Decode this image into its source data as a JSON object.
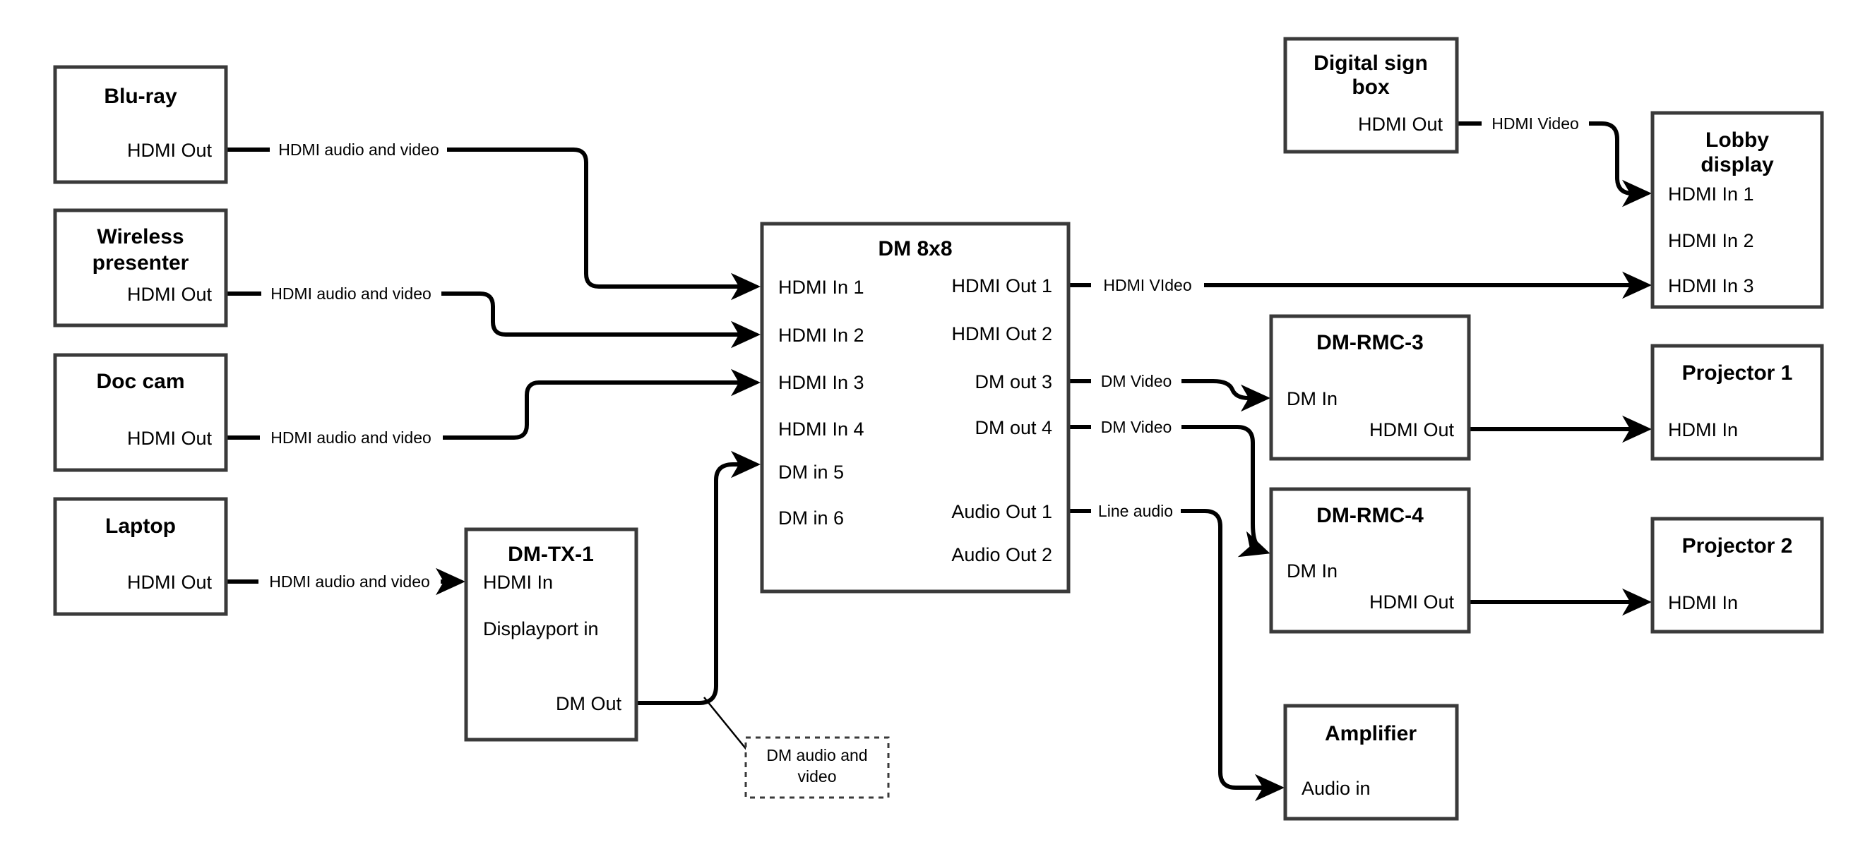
{
  "diagram": {
    "title": "AV signal flow diagram",
    "line_color": "#000000",
    "box_border_color": "#3a3a3a",
    "background": "#ffffff"
  },
  "nodes": {
    "bluray": {
      "title": "Blu-ray",
      "p1": "HDMI Out"
    },
    "wireless": {
      "title": "Wireless",
      "title2": "presenter",
      "p1": "HDMI Out"
    },
    "doccam": {
      "title": "Doc cam",
      "p1": "HDMI Out"
    },
    "laptop": {
      "title": "Laptop",
      "p1": "HDMI Out"
    },
    "dmtx1": {
      "title": "DM-TX-1",
      "p1": "HDMI In",
      "p2": "Displayport in",
      "p3": "DM Out"
    },
    "dm8x8": {
      "title": "DM 8x8",
      "inputs": [
        "HDMI In 1",
        "HDMI In 2",
        "HDMI In 3",
        "HDMI In 4",
        "DM in 5",
        "DM in 6"
      ],
      "outputs": [
        "HDMI Out 1",
        "HDMI Out 2",
        "DM out 3",
        "DM out 4",
        "Audio Out 1",
        "Audio Out 2"
      ]
    },
    "signbox": {
      "title": "Digital sign",
      "title2": "box",
      "p1": "HDMI Out"
    },
    "lobby": {
      "title": "Lobby",
      "title2": "display",
      "p1": "HDMI In 1",
      "p2": "HDMI In 2",
      "p3": "HDMI In 3"
    },
    "rmc3": {
      "title": "DM-RMC-3",
      "p1": "DM In",
      "p2": "HDMI Out"
    },
    "rmc4": {
      "title": "DM-RMC-4",
      "p1": "DM In",
      "p2": "HDMI Out"
    },
    "projector1": {
      "title": "Projector 1",
      "p1": "HDMI In"
    },
    "projector2": {
      "title": "Projector 2",
      "p1": "HDMI In"
    },
    "amplifier": {
      "title": "Amplifier",
      "p1": "Audio in"
    }
  },
  "edge_labels": {
    "bluray_to_in1": "HDMI audio and video",
    "wireless_to_in2": "HDMI audio and video",
    "doccam_to_in3": "HDMI audio and video",
    "laptop_to_tx": "HDMI audio and video",
    "signbox_to_lobby": "HDMI Video",
    "hdmiout1_to_lobby": "HDMI VIdeo",
    "dmout3_to_rmc3": "DM Video",
    "dmout4_to_rmc4": "DM Video",
    "audioout1_to_amp": "Line audio"
  },
  "callouts": {
    "dm_audio_video_l1": "DM audio and",
    "dm_audio_video_l2": "video"
  }
}
